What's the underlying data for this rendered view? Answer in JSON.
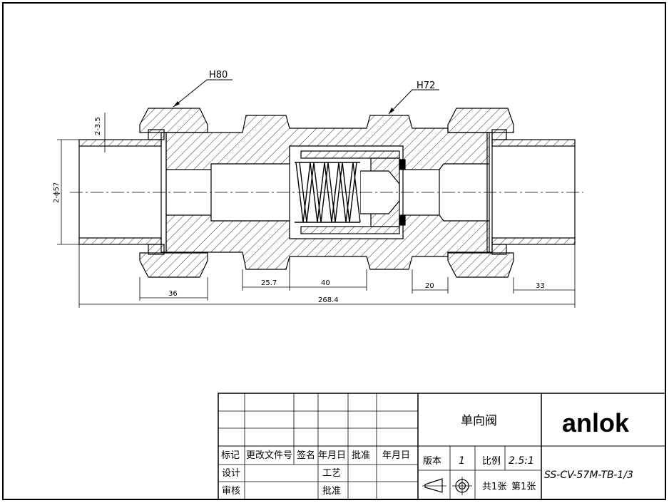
{
  "drawing": {
    "annotations": {
      "weld_left": "H80",
      "weld_right": "H72"
    },
    "dimensions": {
      "wall": "2-3.5",
      "bore": "2-ϕ57",
      "nut_left": "36",
      "body_a": "25.7",
      "body_b": "40",
      "body_c": "20",
      "tube_right": "33",
      "overall": "268.4"
    }
  },
  "title_block": {
    "headers": {
      "mark": "标记",
      "change_doc": "更改文件号",
      "sign": "签名",
      "date1": "年月日",
      "approve1": "批准",
      "date2": "年月日"
    },
    "design": "设计",
    "check": "审核",
    "process": "工艺",
    "approve": "批准",
    "part_name": "单向阀",
    "company": "anlok",
    "version_label": "版本",
    "version": "1",
    "scale_label": "比例",
    "scale": "2.5:1",
    "sheets_total": "共1张",
    "sheet_no": "第1张",
    "drawing_no": "SS-CV-57M-TB-1/3"
  }
}
